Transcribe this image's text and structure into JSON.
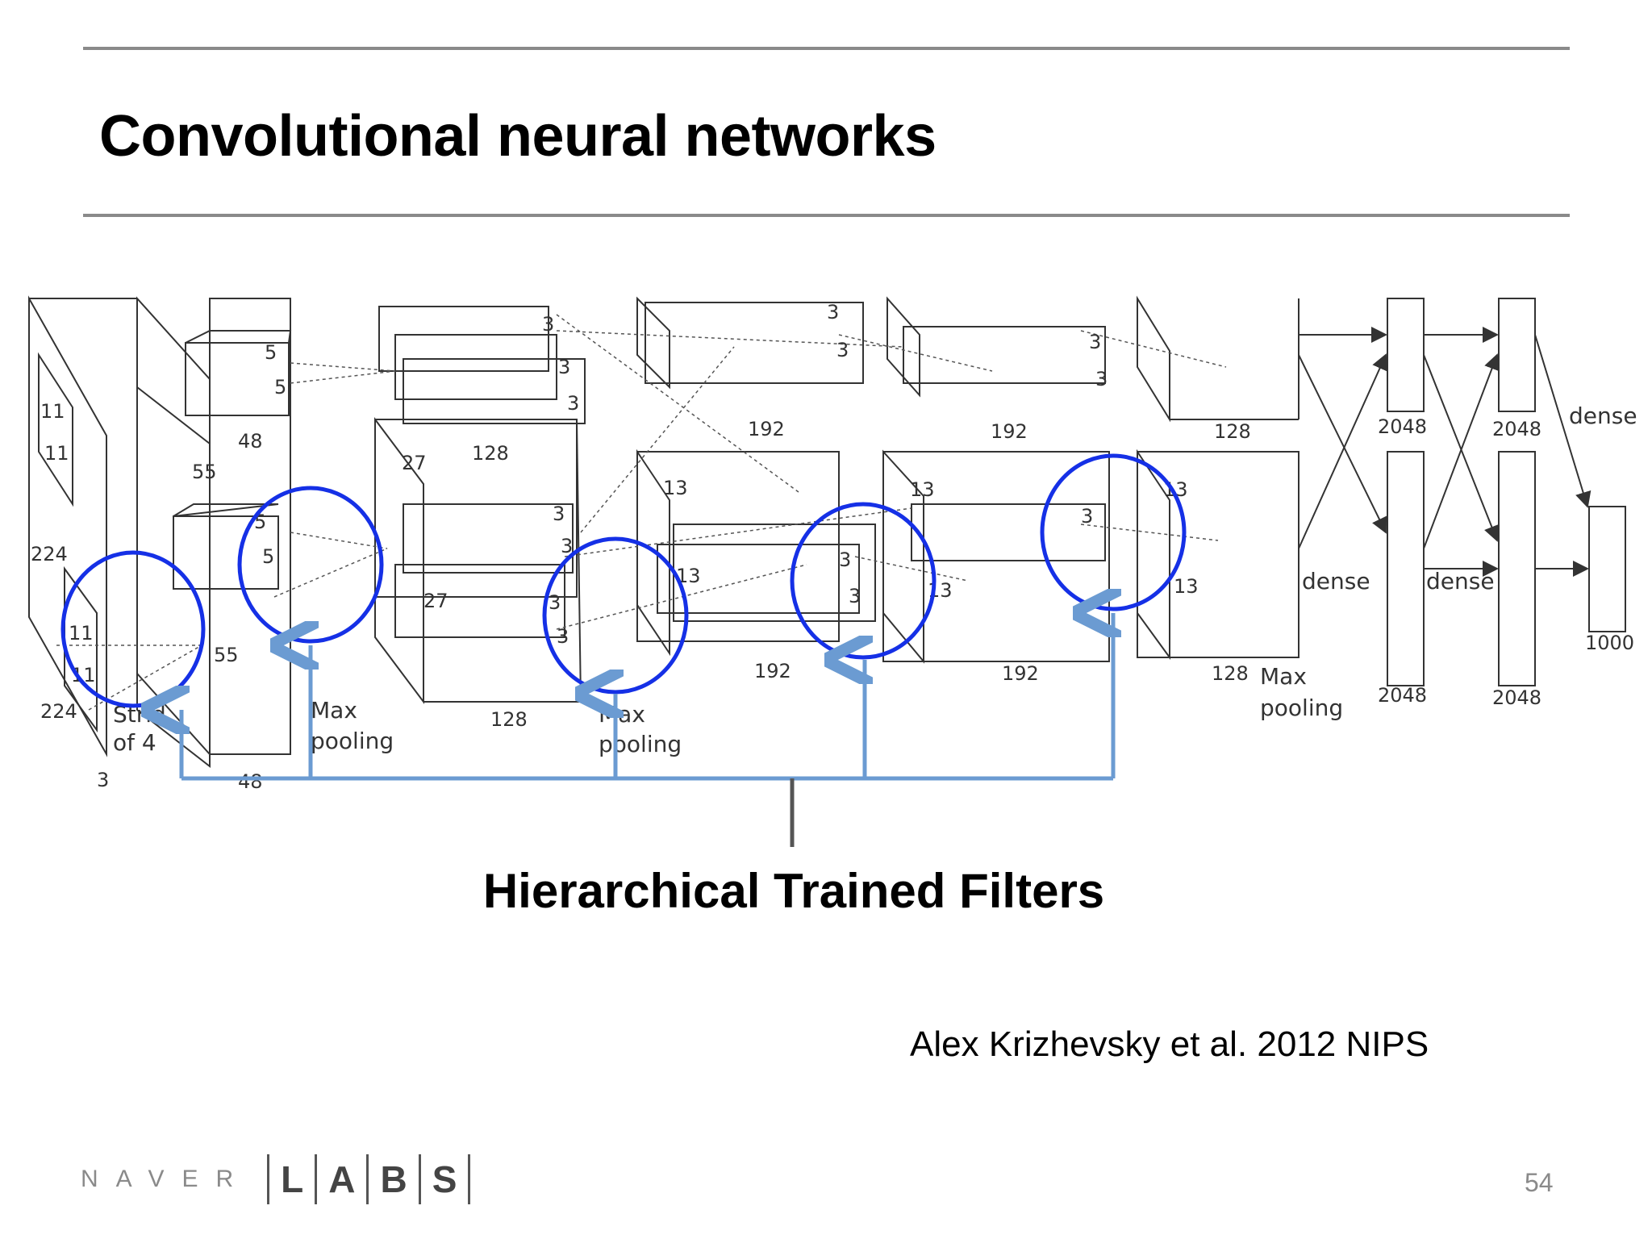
{
  "slide": {
    "title": "Convolutional neural networks",
    "caption": "Hierarchical Trained Filters",
    "citation": "Alex Krizhevsky et al. 2012 NIPS",
    "page_number": "54",
    "logo": {
      "prefix": "NAVER",
      "letters": [
        "L",
        "A",
        "B",
        "S"
      ]
    }
  },
  "diagram": {
    "labels": {
      "in_224_a": "224",
      "in_224_b": "224",
      "in_3": "3",
      "k11_a": "11",
      "k11_b": "11",
      "k11_c": "11",
      "k11_d": "11",
      "c1_55_a": "55",
      "c1_55_b": "55",
      "c1_48_a": "48",
      "c1_48_b": "48",
      "k5_a": "5",
      "k5_b": "5",
      "k5_c": "5",
      "k5_d": "5",
      "stride_1": "Strid",
      "stride_2": "of 4",
      "c2_27_a": "27",
      "c2_27_b": "27",
      "c2_128_a": "128",
      "c2_128_b": "128",
      "k3_1": "3",
      "k3_2": "3",
      "k3_3": "3",
      "k3_4": "3",
      "k3_5": "3",
      "k3_6": "3",
      "k3_7": "3",
      "k3_8": "3",
      "k3_9": "3",
      "k3_10": "3",
      "k3_11": "3",
      "k3_12": "3",
      "k3_13": "3",
      "k3_14": "3",
      "mp1_a": "Max",
      "mp1_b": "pooling",
      "mp2_a": "Max",
      "mp2_b": "pooling",
      "mp3_a": "Max",
      "mp3_b": "pooling",
      "c3_192_a": "192",
      "c3_192_b": "192",
      "c4_192_a": "192",
      "c4_192_b": "192",
      "c5_128_a": "128",
      "c5_128_b": "128",
      "c3_13_a": "13",
      "c3_13_b": "13",
      "c4_13_a": "13",
      "c4_13_b": "13",
      "c5_13_a": "13",
      "c5_13_b": "13",
      "fc_2048_a": "2048",
      "fc_2048_b": "2048",
      "fc_2048_c": "2048",
      "fc_2048_d": "2048",
      "dense_a": "dense",
      "dense_b": "dense",
      "dense_c": "dense",
      "out_1000": "1000"
    }
  },
  "colors": {
    "highlight": "#1530e6",
    "connector": "#6b9bd2",
    "rule": "#8a8a8a"
  }
}
